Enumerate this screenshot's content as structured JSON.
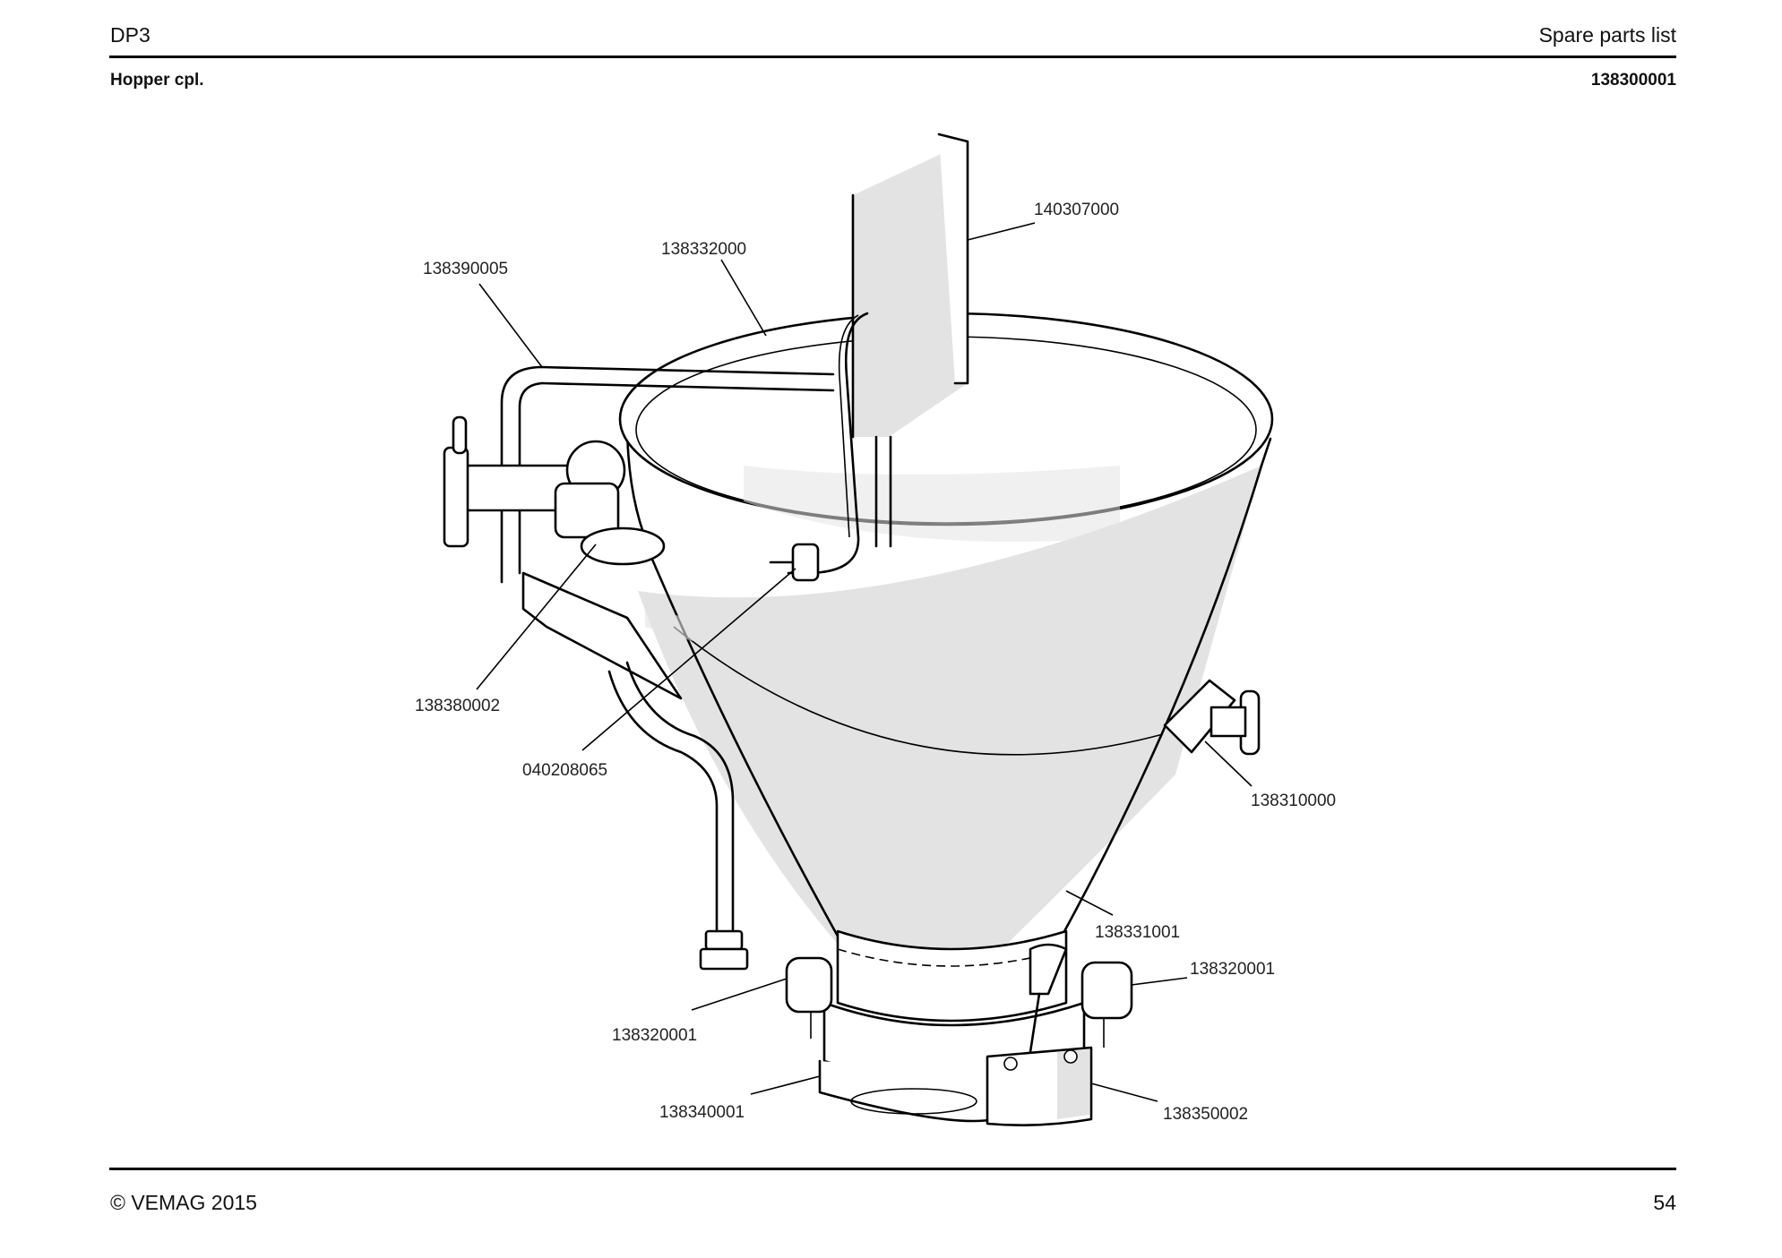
{
  "header": {
    "left": "DP3",
    "right": "Spare parts list",
    "title": "Hopper cpl.",
    "number": "138300001"
  },
  "footer": {
    "copyright": "© VEMAG 2015",
    "page": "54"
  },
  "callouts": [
    {
      "id": "c1",
      "label": "140307000"
    },
    {
      "id": "c2",
      "label": "138332000"
    },
    {
      "id": "c3",
      "label": "138390005"
    },
    {
      "id": "c4",
      "label": "138380002"
    },
    {
      "id": "c5",
      "label": "040208065"
    },
    {
      "id": "c6",
      "label": "138310000"
    },
    {
      "id": "c7",
      "label": "138331001"
    },
    {
      "id": "c8",
      "label": "138320001"
    },
    {
      "id": "c9",
      "label": "138320001"
    },
    {
      "id": "c10",
      "label": "138340001"
    },
    {
      "id": "c11",
      "label": "138350002"
    }
  ]
}
